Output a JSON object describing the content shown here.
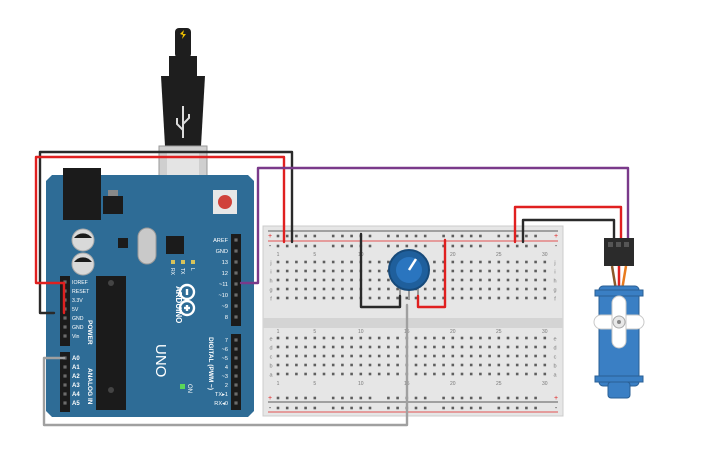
{
  "arduino": {
    "brand": "ARDUINO",
    "model": "UNO",
    "on_label": "ON",
    "power_header": {
      "title": "POWER",
      "pins": [
        "IOREF",
        "RESET",
        "3.3V",
        "5V",
        "GND",
        "GND",
        "Vin"
      ]
    },
    "analog_header": {
      "title": "ANALOG IN",
      "pins": [
        "A0",
        "A1",
        "A2",
        "A3",
        "A4",
        "A5"
      ]
    },
    "digital_header": {
      "title": "DIGITAL (PWM ~)",
      "pins_top": [
        "AREF",
        "GND",
        "13",
        "12",
        "~11",
        "~10",
        "~9",
        "8"
      ],
      "pins_bottom": [
        "7",
        "~6",
        "~5",
        "4",
        "~3",
        "2",
        "TX▸1",
        "RX◂0"
      ]
    },
    "leds": [
      "RX",
      "TX",
      "L"
    ]
  },
  "breadboard": {
    "row_letters_top": [
      "j",
      "i",
      "h",
      "g",
      "f"
    ],
    "row_letters_bottom": [
      "e",
      "d",
      "c",
      "b",
      "a"
    ],
    "col_numbers": [
      "1",
      "5",
      "10",
      "15",
      "20",
      "25",
      "30"
    ]
  },
  "colors": {
    "board": "#2e6c96",
    "wire_red": "#e02020",
    "wire_black": "#2a2a2a",
    "wire_purple": "#7a3a8a",
    "wire_gray": "#a0a0a0",
    "servo_blue": "#3a7fc4",
    "pot_blue": "#1f5f9c"
  }
}
